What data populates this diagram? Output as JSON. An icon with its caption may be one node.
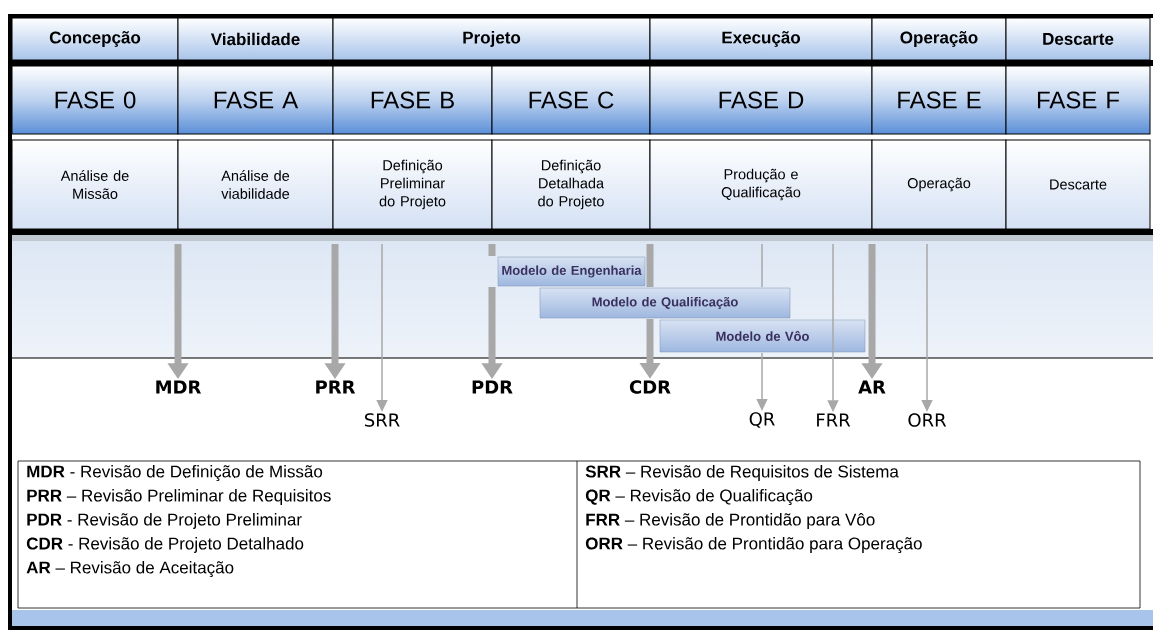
{
  "diagram": {
    "nodes": [
      {
        "text": [
          "Concepção"
        ]
      },
      {
        "text": [
          "Viabilidade"
        ]
      },
      {
        "text": [
          "Projeto"
        ]
      },
      {
        "text": [
          "Execução"
        ]
      },
      {
        "text": [
          "Operação"
        ]
      },
      {
        "text": [
          "Descarte"
        ]
      },
      {
        "text": [
          "FASE 0"
        ]
      },
      {
        "text": [
          "FASE A"
        ]
      },
      {
        "text": [
          "FASE B"
        ]
      },
      {
        "text": [
          "FASE C"
        ]
      },
      {
        "text": [
          "FASE D"
        ]
      },
      {
        "text": [
          "FASE E"
        ]
      },
      {
        "text": [
          "FASE F"
        ]
      },
      {
        "text": [
          "Análise de Missão"
        ]
      },
      {
        "text": [
          "Análise de viabilidade"
        ]
      },
      {
        "text": [
          "Definição Preliminar do Projeto"
        ]
      },
      {
        "text": [
          "Definição Detalhada do Projeto"
        ]
      },
      {
        "text": [
          "Produção e Qualificação"
        ]
      },
      {
        "text": [
          "Operação"
        ]
      },
      {
        "text": [
          "Descarte"
        ]
      },
      {
        "text": [
          "Modelo de Engenharia"
        ]
      },
      {
        "text": [
          "Modelo de Qualificação"
        ]
      },
      {
        "text": [
          "Modelo de Vôo"
        ]
      },
      {
        "text": [
          "MDR"
        ]
      },
      {
        "text": [
          "PRR"
        ]
      },
      {
        "text": [
          "SRR"
        ]
      },
      {
        "text": [
          "PDR"
        ]
      },
      {
        "text": [
          "CDR"
        ]
      },
      {
        "text": [
          "QR"
        ]
      },
      {
        "text": [
          "FRR"
        ]
      },
      {
        "text": [
          "AR"
        ]
      },
      {
        "text": [
          "ORR"
        ]
      }
    ],
    "edges": [
      {
        "from": null,
        "to": 23,
        "arrow": "to"
      },
      {
        "from": null,
        "to": 24,
        "arrow": "to"
      },
      {
        "from": null,
        "to": 25,
        "arrow": "to"
      },
      {
        "from": null,
        "to": 26,
        "arrow": "to"
      },
      {
        "from": null,
        "to": 27,
        "arrow": "to"
      },
      {
        "from": null,
        "to": 28,
        "arrow": "to"
      },
      {
        "from": null,
        "to": 29,
        "arrow": "to"
      },
      {
        "from": null,
        "to": 30,
        "arrow": "to"
      },
      {
        "from": null,
        "to": 31,
        "arrow": "to"
      }
    ],
    "labels": [
      "**MDR** - Revisão de Definição de Missão",
      "**PRR** – Revisão Preliminar de Requisitos",
      "**PDR** - Revisão de Projeto Preliminar",
      "**CDR** - Revisão de Projeto Detalhado",
      "**AR** – Revisão de Aceitação",
      "**SRR** – Revisão de Requisitos de Sistema",
      "**QR** – Revisão de Qualificação",
      "**FRR** – Revisão de Prontidão para Vôo",
      "**ORR** – Revisão de Prontidão para Operação"
    ]
  }
}
